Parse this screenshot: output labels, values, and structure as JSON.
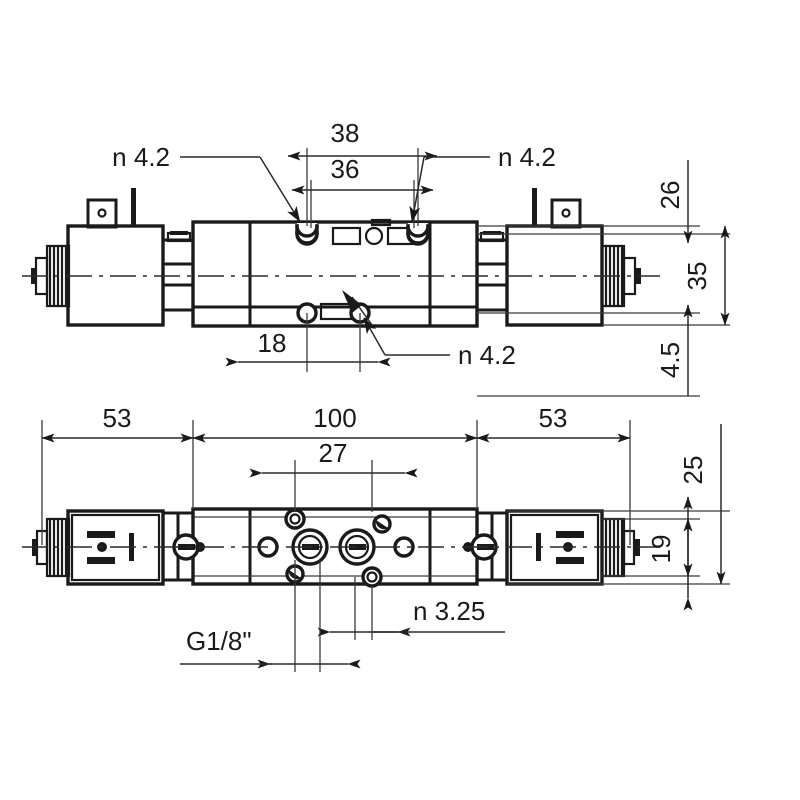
{
  "drawing": {
    "title": "Solenoid valve dimensional drawing",
    "units": "mm",
    "line_color": "#1a1a1a",
    "background": "#ffffff",
    "views": [
      {
        "name": "top-view",
        "label": ""
      },
      {
        "name": "bottom-view",
        "label": ""
      }
    ]
  },
  "dimensions": {
    "top_view": {
      "width_38": "38",
      "width_36": "36",
      "offset_18": "18"
    },
    "right_vertical": {
      "height_26": "26",
      "height_35": "35",
      "height_4_5": "4.5",
      "height_25": "25",
      "height_19": "19"
    },
    "bottom_chain": {
      "left_53": "53",
      "center_100": "100",
      "right_53": "53",
      "center_27": "27"
    }
  },
  "annotations": {
    "hole_top_left": "n 4.2",
    "hole_top_right": "n 4.2",
    "hole_bottom": "n 4.2",
    "port_thread": "G1/8\"",
    "hole_small": "n 3.25"
  },
  "icons": {
    "arrow": "dimension-arrow",
    "centerline": "centerline-dash"
  }
}
